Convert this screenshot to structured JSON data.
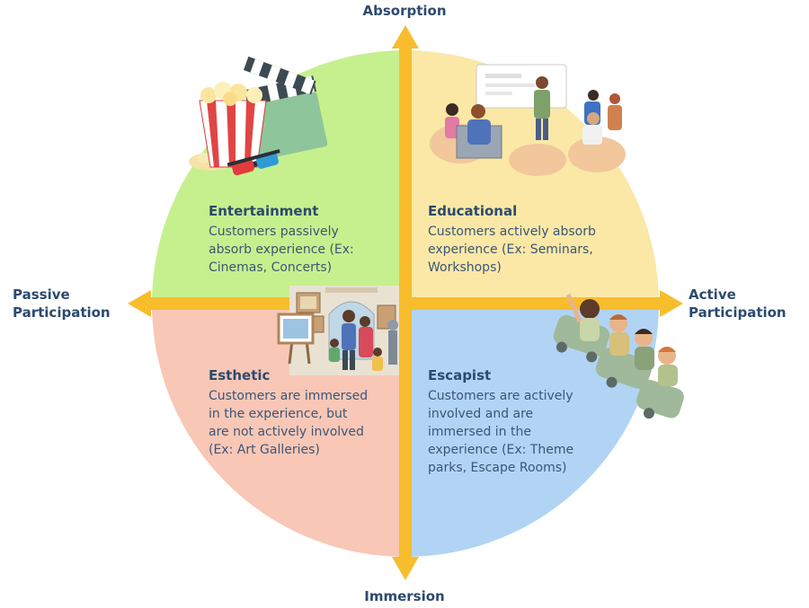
{
  "axes": {
    "top": "Absorption",
    "bottom": "Immersion",
    "left": "Passive\nParticipation",
    "right": "Active\nParticipation"
  },
  "quadrants": {
    "entertainment": {
      "title": "Entertainment",
      "desc": "Customers passively\nabsorb experience (Ex:\nCinemas, Concerts)",
      "color": "#c6f08e"
    },
    "educational": {
      "title": "Educational",
      "desc": "Customers actively absorb\nexperience (Ex: Seminars,\nWorkshops)",
      "color": "#fbe8a6"
    },
    "esthetic": {
      "title": "Esthetic",
      "desc": "Customers are immersed\nin the experience, but\nare not actively involved\n(Ex: Art Galleries)",
      "color": "#f9c7b6"
    },
    "escapist": {
      "title": "Escapist",
      "desc": "Customers are actively\ninvolved and are\nimmersed in the\nexperience (Ex: Theme\nparks, Escape Rooms)",
      "color": "#b1d4f5"
    }
  },
  "arrow_color": "#f7bd2c",
  "text_color": "#2c4a6e",
  "icons": {
    "entertainment": "popcorn-clapperboard-3d-glasses-illustration",
    "educational": "seminar-presentation-illustration",
    "esthetic": "art-gallery-family-illustration",
    "escapist": "roller-coaster-riders-illustration"
  }
}
